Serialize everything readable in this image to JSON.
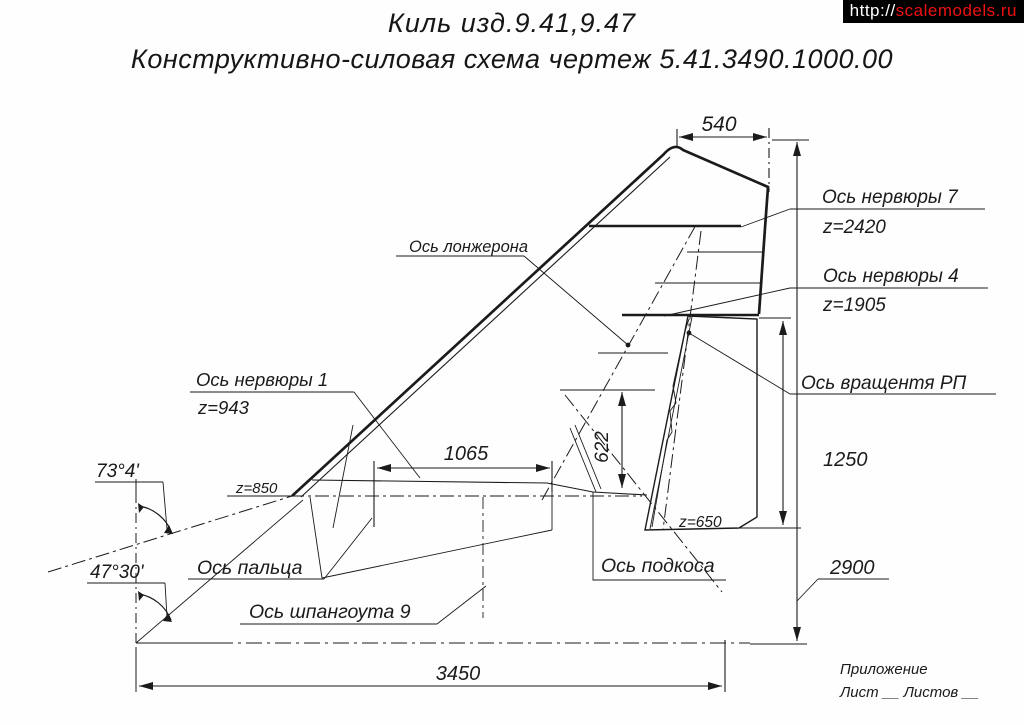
{
  "titles": {
    "line1": "Киль изд.9.41,9.47",
    "line2": "Конструктивно-силовая схема чертеж 5.41.3490.1000.00"
  },
  "watermark": {
    "prefix": "http://",
    "site": "scalemodels.ru",
    "bg_color": "#000000",
    "prefix_color": "#ffffff",
    "site_color": "#ee1111"
  },
  "labels": {
    "spar_axis": "Ось лонжерона",
    "rib7_axis": "Ось нервюры 7",
    "rib7_z": "z=2420",
    "rib4_axis": "Ось нервюры 4",
    "rib4_z": "z=1905",
    "rudder_hinge_axis": "Ось вращентя РП",
    "rib1_axis": "Ось нервюры 1",
    "rib1_z": "z=943",
    "root_z": "z=850",
    "rudder_root_z": "z=650",
    "pin_axis": "Ось пальца",
    "strut_axis": "Ось подкоса",
    "frame9_axis": "Ось шпангоута 9",
    "appendix": "Приложение",
    "sheet_line": "Лист __ Листов __"
  },
  "dimensions": {
    "tip_chord": "540",
    "span_1065": "1065",
    "span_622": "622",
    "rudder_height": "1250",
    "fin_height": "2900",
    "root_length": "3450",
    "sweep_angle": "47°30'",
    "aux_angle": "73°4'"
  },
  "colors": {
    "line": "#1b1b1b",
    "background": "#fefefe"
  }
}
